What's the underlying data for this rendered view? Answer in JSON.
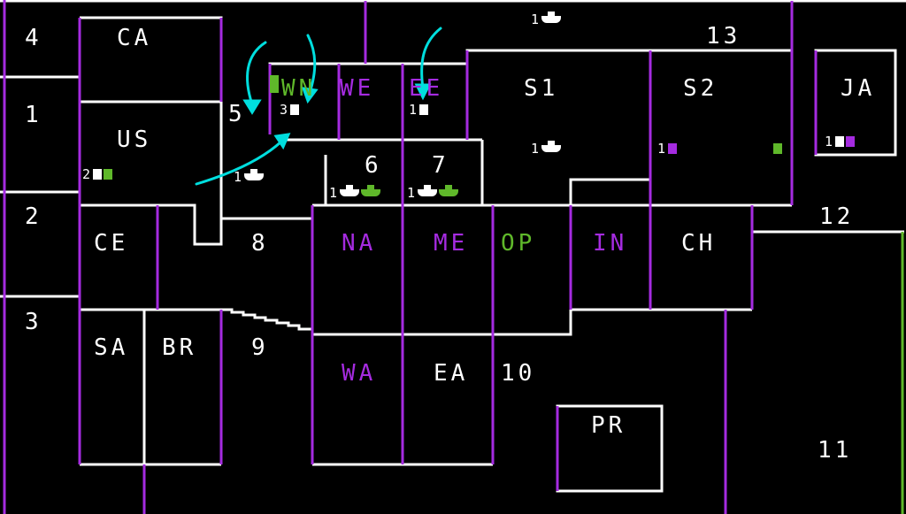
{
  "colors": {
    "background": "#000000",
    "border": "#ffffff",
    "purple": "#a52be0",
    "green": "#5fb82a",
    "cyan": "#00dede"
  },
  "land": [
    {
      "id": "CA",
      "label": "CA",
      "color": "white"
    },
    {
      "id": "US",
      "label": "US",
      "color": "white"
    },
    {
      "id": "WN",
      "label": "WN",
      "color": "green"
    },
    {
      "id": "WE",
      "label": "WE",
      "color": "purple"
    },
    {
      "id": "EE",
      "label": "EE",
      "color": "purple"
    },
    {
      "id": "S1",
      "label": "S1",
      "color": "white"
    },
    {
      "id": "S2",
      "label": "S2",
      "color": "white"
    },
    {
      "id": "JA",
      "label": "JA",
      "color": "white"
    },
    {
      "id": "CE",
      "label": "CE",
      "color": "white"
    },
    {
      "id": "NA",
      "label": "NA",
      "color": "purple"
    },
    {
      "id": "ME",
      "label": "ME",
      "color": "purple"
    },
    {
      "id": "OP",
      "label": "OP",
      "color": "green"
    },
    {
      "id": "IN",
      "label": "IN",
      "color": "purple"
    },
    {
      "id": "CH",
      "label": "CH",
      "color": "white"
    },
    {
      "id": "SA",
      "label": "SA",
      "color": "white"
    },
    {
      "id": "BR",
      "label": "BR",
      "color": "white"
    },
    {
      "id": "WA",
      "label": "WA",
      "color": "purple"
    },
    {
      "id": "EA",
      "label": "EA",
      "color": "white"
    },
    {
      "id": "PR",
      "label": "PR",
      "color": "white"
    }
  ],
  "sea": [
    "4",
    "1",
    "2",
    "3",
    "5",
    "6",
    "7",
    "8",
    "9",
    "10",
    "11",
    "12",
    "13"
  ],
  "units": [
    {
      "id": "u13",
      "text": "1",
      "icons": [
        "ship"
      ]
    },
    {
      "id": "uWN",
      "text": "3",
      "icons": [
        "army-w"
      ]
    },
    {
      "id": "uEE",
      "text": "1",
      "icons": [
        "army-w"
      ]
    },
    {
      "id": "uS1",
      "text": "1",
      "icons": [
        "ship"
      ]
    },
    {
      "id": "uS2a",
      "text": "1",
      "icons": [
        "army-p"
      ]
    },
    {
      "id": "uS2b",
      "text": "",
      "icons": [
        "army-g"
      ]
    },
    {
      "id": "uJA",
      "text": "1",
      "icons": [
        "army-w",
        "army-p"
      ]
    },
    {
      "id": "uUS",
      "text": "2",
      "icons": [
        "army-w",
        "army-g"
      ]
    },
    {
      "id": "u5",
      "text": "1",
      "icons": [
        "ship"
      ]
    },
    {
      "id": "u6",
      "text": "1",
      "icons": [
        "ship",
        "ship-g"
      ]
    },
    {
      "id": "u7",
      "text": "1",
      "icons": [
        "ship",
        "ship-g"
      ]
    }
  ]
}
